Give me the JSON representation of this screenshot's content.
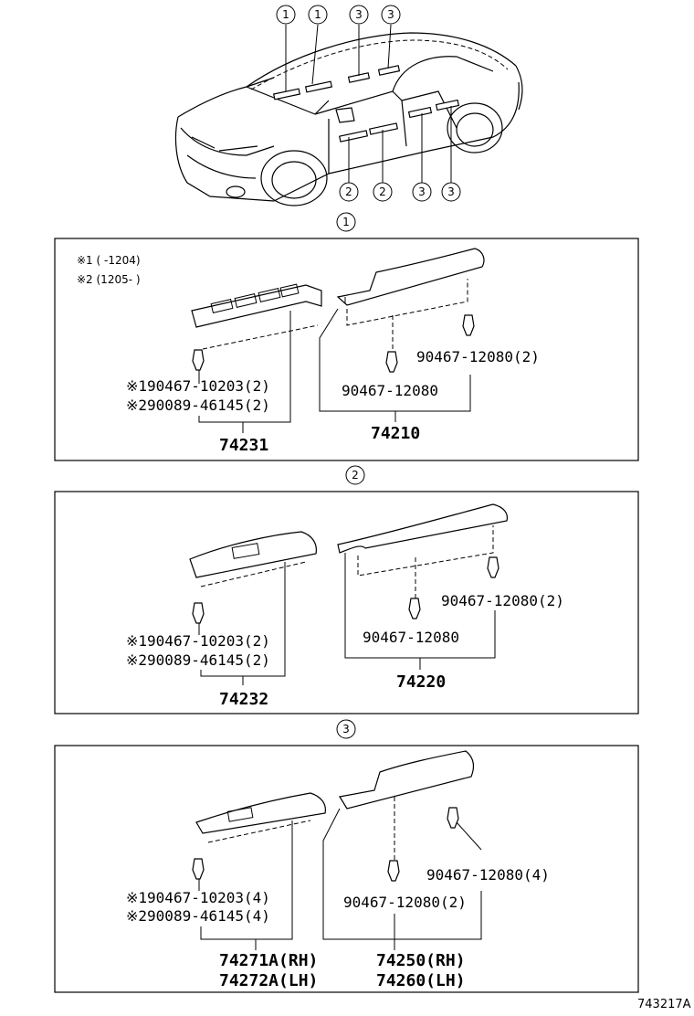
{
  "callouts": {
    "top": [
      "1",
      "1",
      "3",
      "3"
    ],
    "bottom": [
      "2",
      "2",
      "3",
      "3"
    ],
    "section1": "1",
    "section2": "2",
    "section3": "3"
  },
  "section1": {
    "note1": "※1 (   -1204)",
    "note2": "※2 (1205-   )",
    "clip_left_1": "※190467-10203(2)",
    "clip_left_2": "※290089-46145(2)",
    "part_left": "74231",
    "clip_right_a": "90467-12080(2)",
    "clip_right_b": "90467-12080",
    "part_right": "74210"
  },
  "section2": {
    "clip_left_1": "※190467-10203(2)",
    "clip_left_2": "※290089-46145(2)",
    "part_left": "74232",
    "clip_right_a": "90467-12080(2)",
    "clip_right_b": "90467-12080",
    "part_right": "74220"
  },
  "section3": {
    "clip_left_1": "※190467-10203(4)",
    "clip_left_2": "※290089-46145(4)",
    "part_left_rh": "74271A(RH)",
    "part_left_lh": "74272A(LH)",
    "clip_right_a": "90467-12080(4)",
    "clip_right_b": "90467-12080(2)",
    "part_right_rh": "74250(RH)",
    "part_right_lh": "74260(LH)"
  },
  "diagram_code": "743217A"
}
